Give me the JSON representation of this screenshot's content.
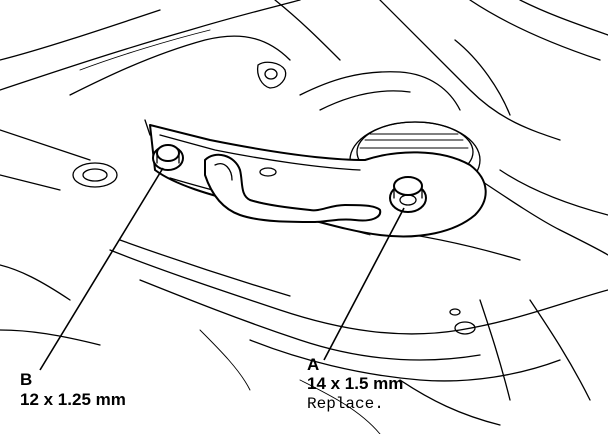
{
  "callouts": {
    "b": {
      "letter": "B",
      "spec": "12 x 1.25 mm"
    },
    "a": {
      "letter": "A",
      "spec": "14 x 1.5 mm",
      "note": "Replace."
    }
  }
}
